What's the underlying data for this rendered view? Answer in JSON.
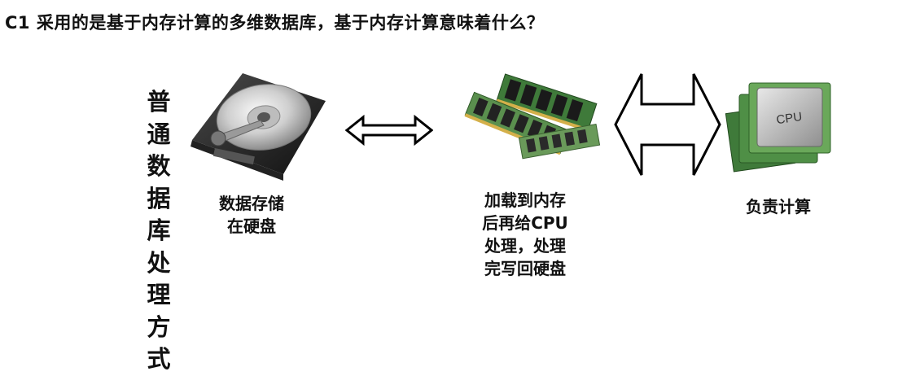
{
  "title": "C1 采用的是基于内存计算的多维数据库，基于内存计算意味着什么？",
  "side_label": [
    "普",
    "通",
    "数",
    "据",
    "库",
    "处",
    "理",
    "方",
    "式"
  ],
  "nodes": [
    {
      "icon": "hard-disk-icon",
      "caption_lines": [
        "数据存储",
        "在硬盘"
      ]
    },
    {
      "icon": "memory-module-icon",
      "caption_lines": [
        "加载到内存",
        "后再给CPU",
        "处理，处理",
        "完写回硬盘"
      ]
    },
    {
      "icon": "cpu-chip-icon",
      "chip_label": "CPU",
      "caption_lines": [
        "负责计算"
      ]
    }
  ],
  "connectors": [
    "double-arrow-icon",
    "large-double-arrow-icon"
  ]
}
